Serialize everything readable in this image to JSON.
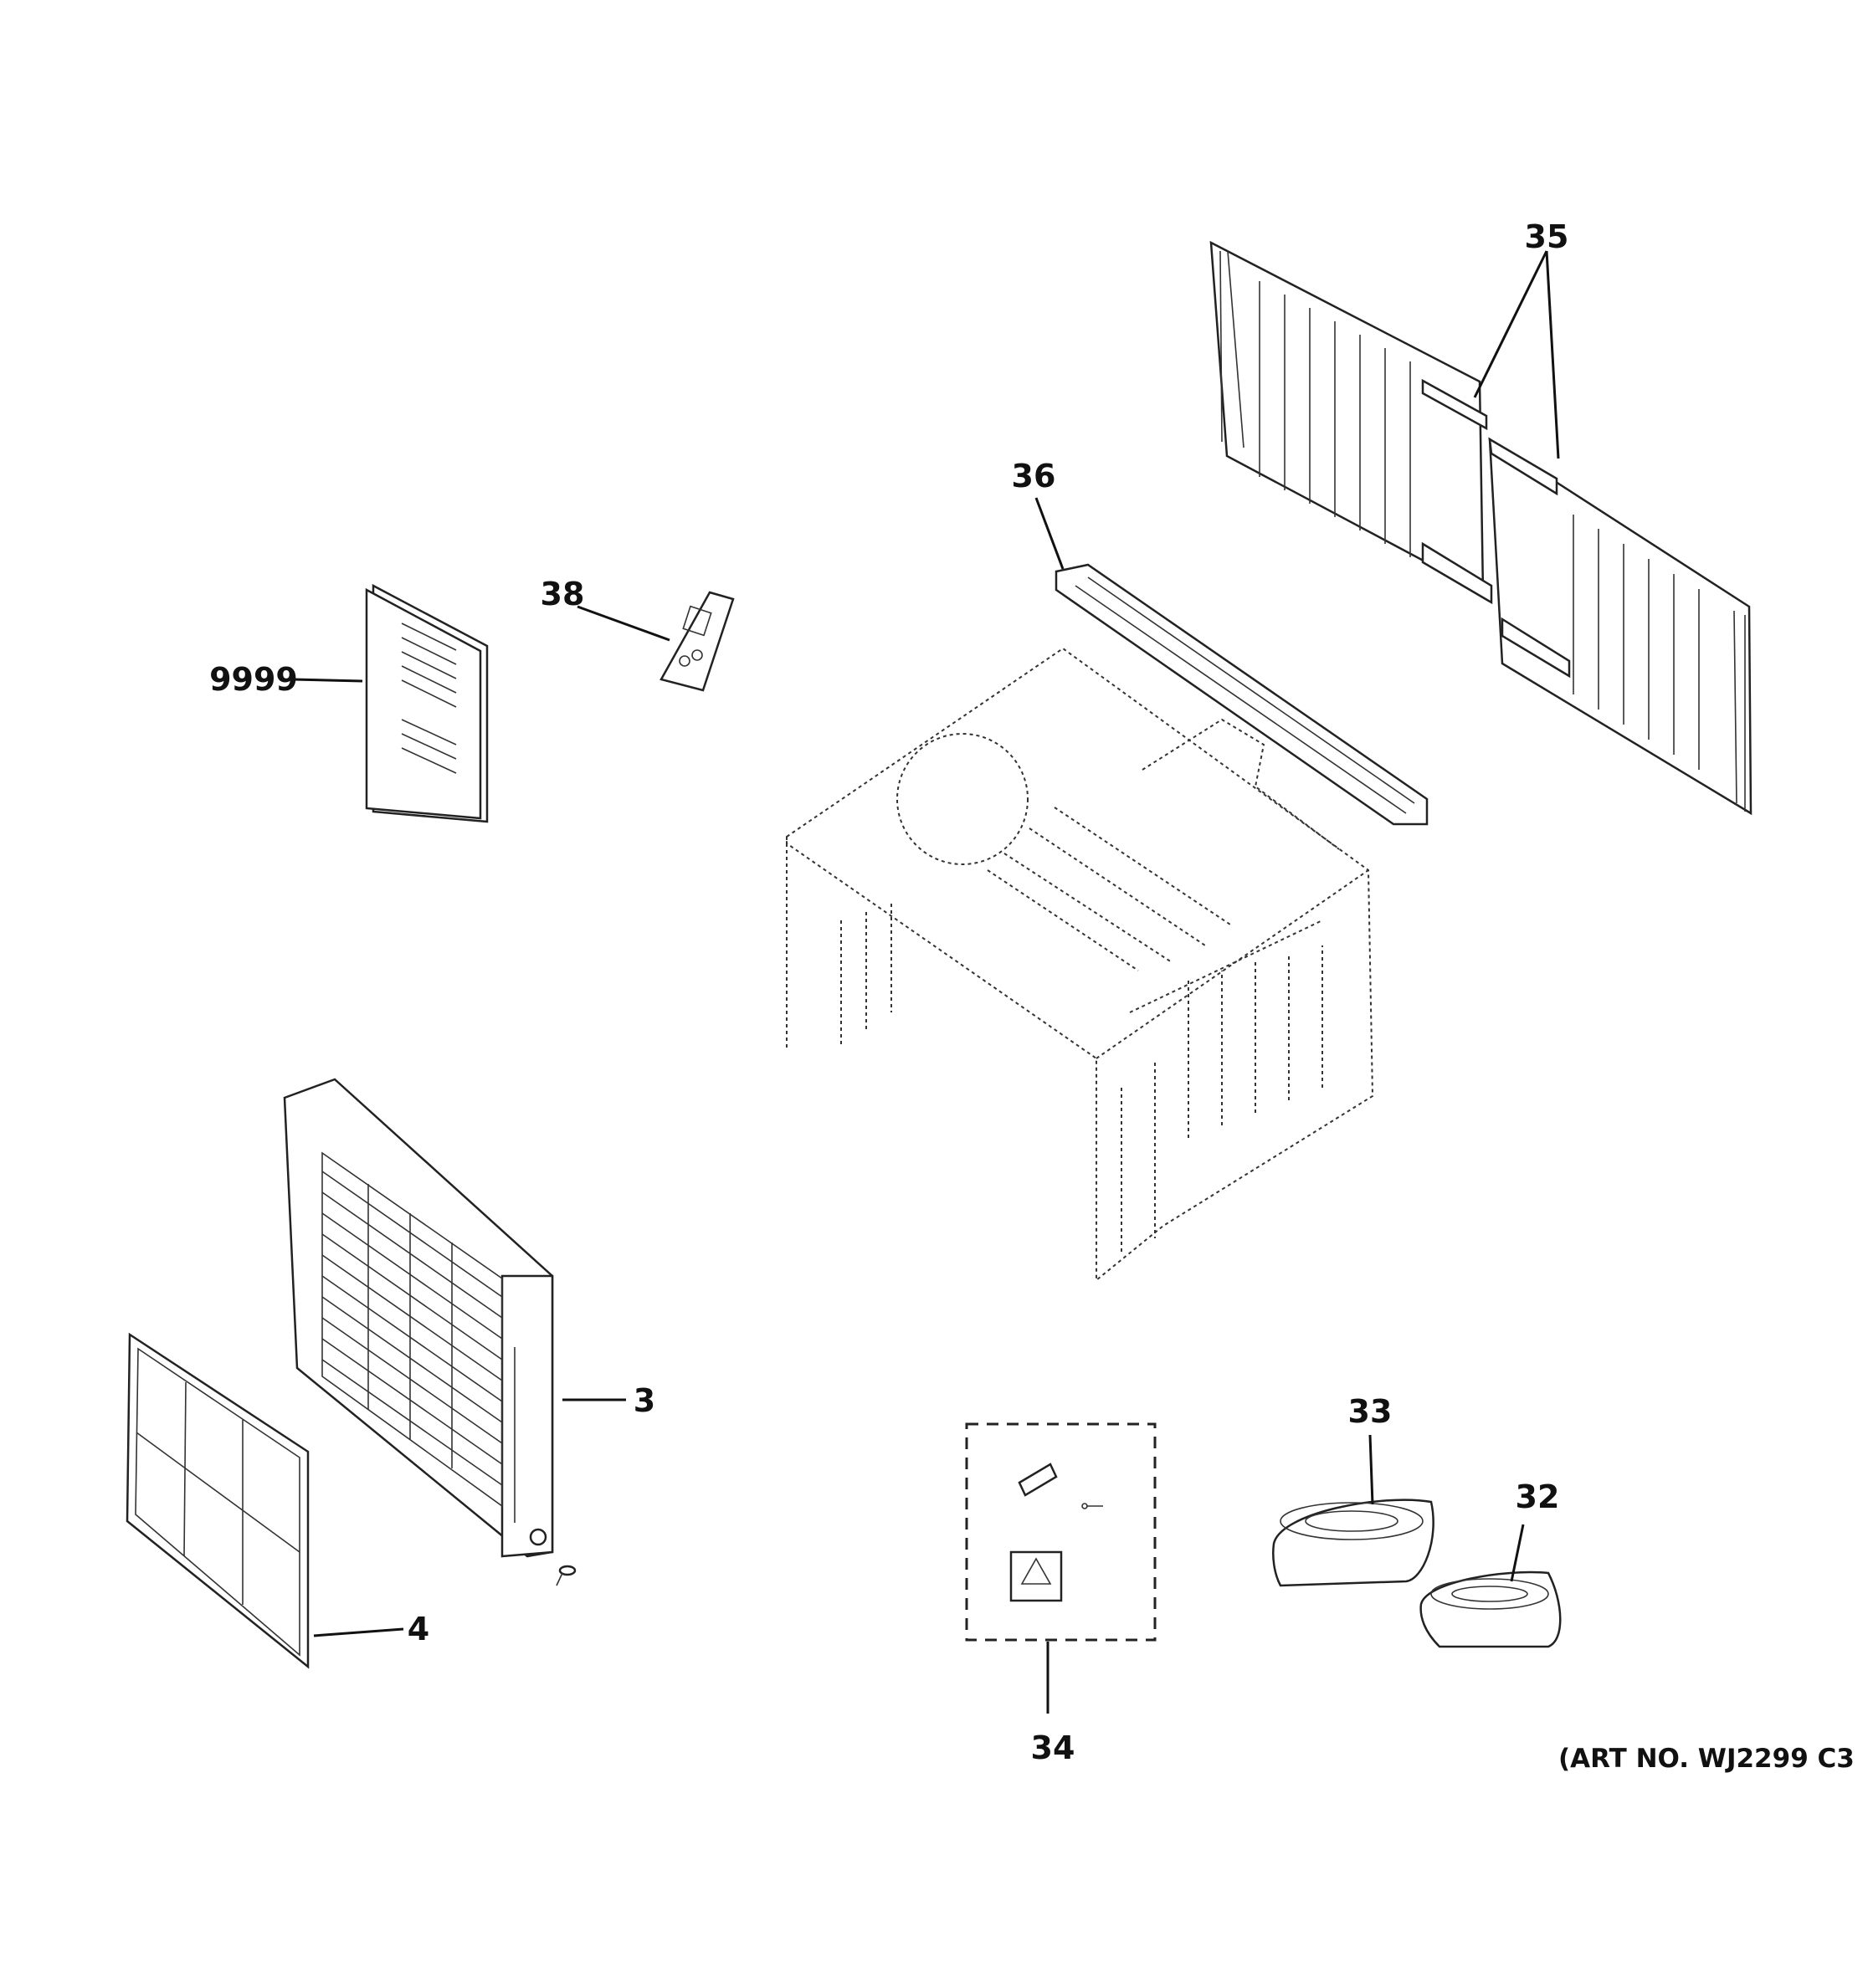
{
  "callouts": {
    "c35": "35",
    "c36": "36",
    "c38": "38",
    "c9999": "9999",
    "c3": "3",
    "c4": "4",
    "c33": "33",
    "c32": "32",
    "c34": "34"
  },
  "art_number": "(ART NO. WJ2299 C3"
}
